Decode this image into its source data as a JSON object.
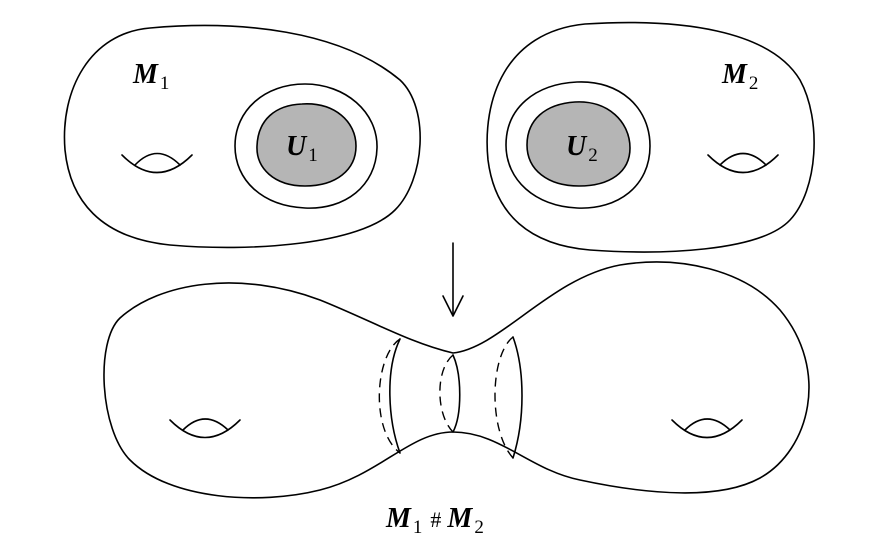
{
  "labels": {
    "manifold_1": {
      "main": "M",
      "sub": "1"
    },
    "manifold_2": {
      "main": "M",
      "sub": "2"
    },
    "open_set_1": {
      "main": "U",
      "sub": "1"
    },
    "open_set_2": {
      "main": "U",
      "sub": "2"
    },
    "connected_sum": {
      "left_main": "M",
      "left_sub": "1",
      "operator": "#",
      "right_main": "M",
      "right_sub": "2"
    }
  },
  "colors": {
    "stroke": "#000000",
    "shaded_region": "#b5b5b5",
    "background": "#ffffff"
  }
}
